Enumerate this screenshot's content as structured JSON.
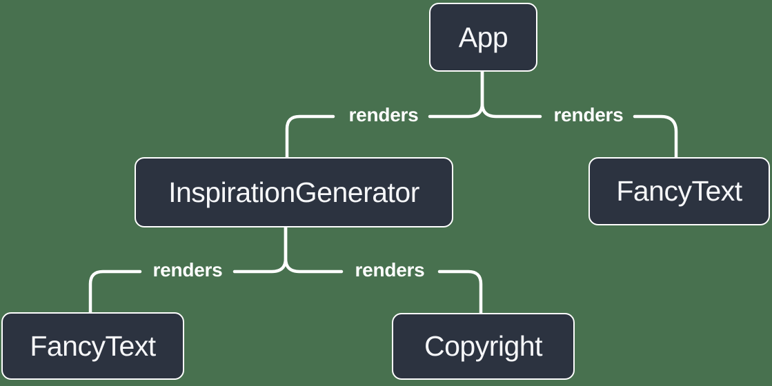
{
  "colors": {
    "background": "#48714f",
    "node_fill": "#2c3340",
    "node_border": "#ffffff",
    "line": "#ffffff",
    "node_text": "#f6f7f9",
    "label_text": "#ffffff"
  },
  "diagram": {
    "type": "tree",
    "nodes": [
      {
        "id": "app",
        "label": "App"
      },
      {
        "id": "inspiration-generator",
        "label": "InspirationGenerator"
      },
      {
        "id": "fancy-text-top",
        "label": "FancyText"
      },
      {
        "id": "fancy-text-bottom",
        "label": "FancyText"
      },
      {
        "id": "copyright",
        "label": "Copyright"
      }
    ],
    "edges": [
      {
        "from": "App",
        "to": "InspirationGenerator",
        "label": "renders"
      },
      {
        "from": "App",
        "to": "FancyText",
        "label": "renders"
      },
      {
        "from": "InspirationGenerator",
        "to": "FancyText",
        "label": "renders"
      },
      {
        "from": "InspirationGenerator",
        "to": "Copyright",
        "label": "renders"
      }
    ]
  }
}
